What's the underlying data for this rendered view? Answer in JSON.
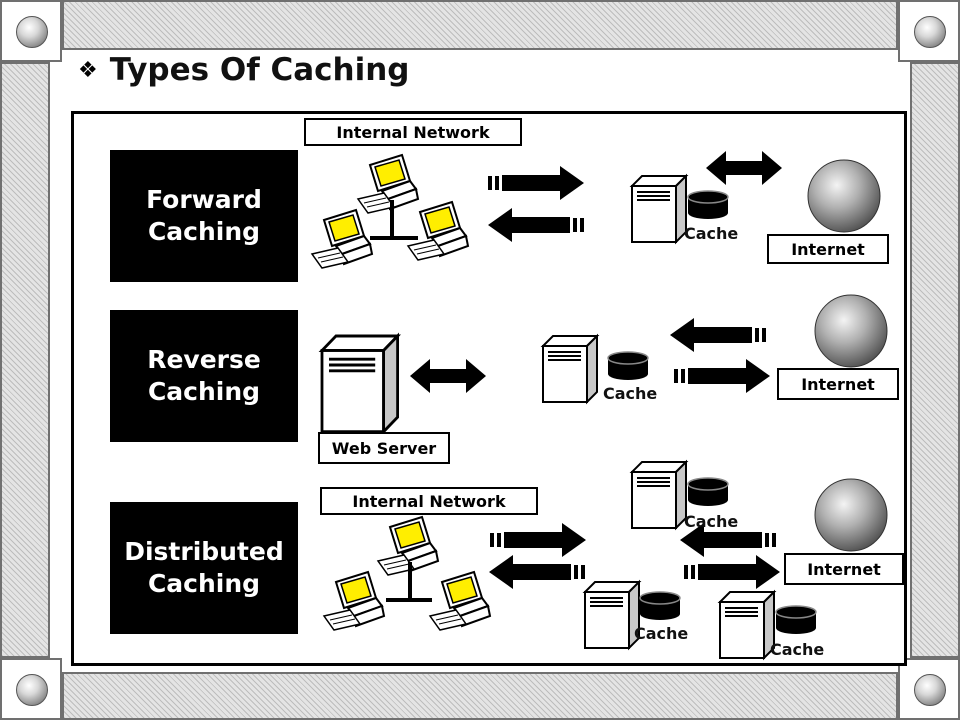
{
  "slide": {
    "title": "Types Of Caching",
    "bullet_icon": "diamond-bullet-icon"
  },
  "sections": {
    "forward": {
      "line1": "Forward",
      "line2": "Caching",
      "network_label": "Internal Network",
      "cache_label": "Cache",
      "internet_label": "Internet"
    },
    "reverse": {
      "line1": "Reverse",
      "line2": "Caching",
      "server_label": "Web Server",
      "cache_label": "Cache",
      "internet_label": "Internet"
    },
    "distributed": {
      "line1": "Distributed",
      "line2": "Caching",
      "network_label": "Internal Network",
      "cache_top_label": "Cache",
      "cache_mid_label": "Cache",
      "cache_right_label": "Cache",
      "internet_label": "Internet"
    }
  },
  "icons": [
    "computer-icon",
    "server-icon",
    "database-icon",
    "globe-icon",
    "arrow-icon"
  ],
  "colors": {
    "box": "#000000",
    "screen": "#ffee00",
    "frame": "#707070"
  }
}
